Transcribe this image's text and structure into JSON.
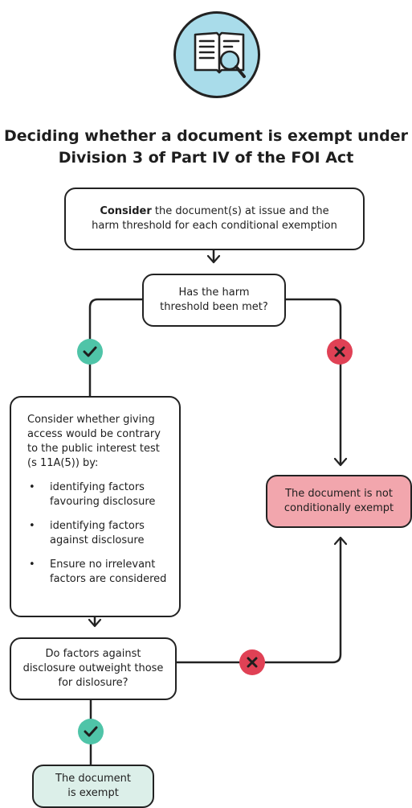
{
  "title_line1": "Deciding whether a document is exempt under",
  "title_line2": "Division 3 of Part IV of the FOI Act",
  "icon": "book-magnifier-icon",
  "boxes": {
    "consider": {
      "bold": "Consider",
      "rest": " the document(s) at issue and the",
      "line2": "harm threshold for each conditional exemption"
    },
    "harm": {
      "line1": "Has the harm",
      "line2": "threshold been met?"
    },
    "public_interest": {
      "intro": "Consider whether giving access would be contrary to the public interest test (s 11A(5)) by:",
      "bullets": [
        "identifying factors favouring disclosure",
        "identifying factors against disclosure",
        "Ensure no irrelevant factors are considered"
      ],
      "bullet_char": "•"
    },
    "factors": {
      "line1": "Do factors against",
      "line2": "disclosure outweight those",
      "line3": "for dislosure?"
    },
    "not_exempt": {
      "line1": "The document is not",
      "line2": "conditionally exempt"
    },
    "exempt": {
      "line1": "The document",
      "line2": "is exempt"
    }
  },
  "colors": {
    "yes": "#4fc4a8",
    "no": "#e04155",
    "not_exempt_fill": "#f2a6ad",
    "exempt_fill": "#dcefe9",
    "icon_bg": "#a9dcea"
  }
}
